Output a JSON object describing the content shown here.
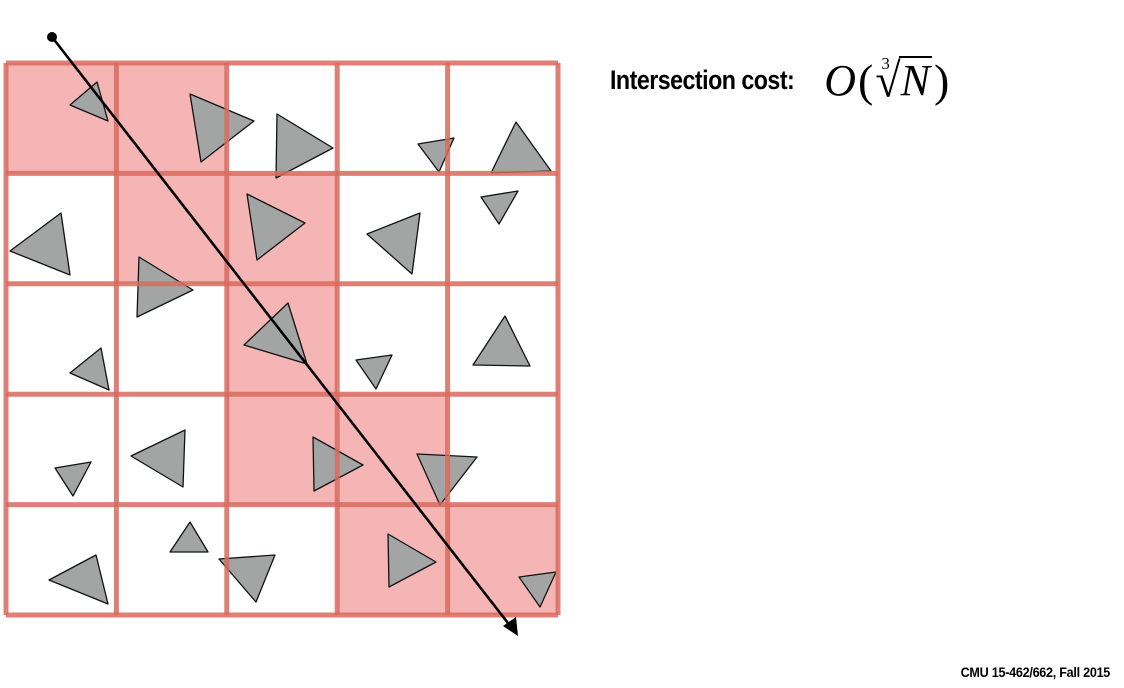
{
  "heading": {
    "label": "Intersection cost:",
    "formula": {
      "big_o": "O",
      "open_paren": "(",
      "root_index": "3",
      "root_sign": "√",
      "radicand": "N",
      "close_paren": ")"
    }
  },
  "footer": {
    "course": "CMU 15-462/662, Fall 2015"
  },
  "grid": {
    "rows": 5,
    "cols": 5,
    "highlighted_cells": [
      [
        0,
        0
      ],
      [
        0,
        1
      ],
      [
        1,
        1
      ],
      [
        1,
        2
      ],
      [
        2,
        2
      ],
      [
        3,
        2
      ],
      [
        3,
        3
      ],
      [
        4,
        3
      ],
      [
        4,
        4
      ]
    ]
  },
  "colors": {
    "grid_line": "#d96a5e",
    "highlight_fill": "#f5b5b5",
    "triangle_fill": "#a3a5a4",
    "triangle_stroke": "#111111",
    "ray": "#000000"
  }
}
